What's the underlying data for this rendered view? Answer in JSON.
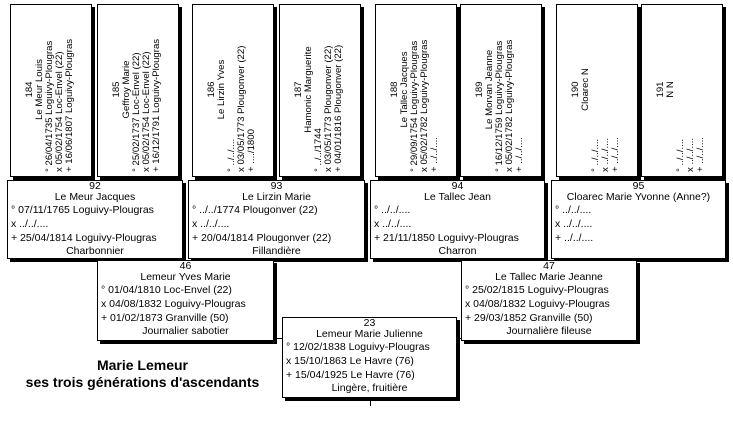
{
  "title": {
    "line1": "Marie Lemeur",
    "line2": "ses trois générations d'ascendants"
  },
  "gen4": [
    {
      "num": "184",
      "name": "Le Meur Louis",
      "birth": "° 26/04/1735 Loguivy-Plougras",
      "marriage": "x 05/02/1754 Loc-Envel (22)",
      "death": "+ 16/06/1807 Loguivy-Plougras"
    },
    {
      "num": "185",
      "name": "Geffroy Marie",
      "birth": "° 25/02/1737 Loc-Envel (22)",
      "marriage": "x 05/02/1754 Loc-Envel (22)",
      "death": "+ 16/12/1791 Loguivy-Plougras"
    },
    {
      "num": "186",
      "name": "Le Lirzin Yves",
      "birth": "° ../../....",
      "marriage": "x 03/05/1773 Plougonver (22)",
      "death": "+ ..../1800"
    },
    {
      "num": "187",
      "name": "Hamonic Marguerite",
      "birth": "° ../../1744",
      "marriage": "x 03/05/1773 Plougonver (22)",
      "death": "+ 04/01/1816 Plougonver (22)"
    },
    {
      "num": "188",
      "name": "Le Tallec Jacques",
      "birth": "° 29/09/1754 Loguivy-Plougras",
      "marriage": "x 05/02/1782 Loguivy-Plougras",
      "death": "+ ../../...."
    },
    {
      "num": "189",
      "name": "Le Morvan Jeanne",
      "birth": "° 16/12/1759 Loguivy-Plougras",
      "marriage": "x 05/02/1782 Loguivy-Plougras",
      "death": "+ ../../...."
    },
    {
      "num": "190",
      "name": "Cloarec N",
      "birth": "° ../../....",
      "marriage": "x ../../....",
      "death": "+ ../../...."
    },
    {
      "num": "191",
      "name": "N N",
      "birth": "° ../../....",
      "marriage": "x ../../....",
      "death": "+ ../../...."
    }
  ],
  "gen3": [
    {
      "num": "92",
      "name": "Le Meur Jacques",
      "birth": "° 07/11/1765 Loguivy-Plougras",
      "marriage": "x ../../....",
      "death": "+ 25/04/1814 Loguivy-Plougras",
      "job": "Charbonnier"
    },
    {
      "num": "93",
      "name": "Le Lirzin Marie",
      "birth": "° ../../1774 Plougonver (22)",
      "marriage": "x ../../....",
      "death": "+ 20/04/1814 Plougonver (22)",
      "job": "Fillandière"
    },
    {
      "num": "94",
      "name": "Le Tallec Jean",
      "birth": "° ../../....",
      "marriage": "x ../../....",
      "death": "+ 21/11/1850 Loguivy-Plougras",
      "job": "Charron"
    },
    {
      "num": "95",
      "name": "Cloarec Marie Yvonne (Anne?)",
      "birth": "° ../../....",
      "marriage": "x ../../....",
      "death": "+ ../../....",
      "job": ""
    }
  ],
  "gen2": [
    {
      "num": "46",
      "name": "Lemeur Yves Marie",
      "birth": "° 01/04/1810 Loc-Envel (22)",
      "marriage": "x 04/08/1832 Loguivy-Plougras",
      "death": "+ 01/02/1873 Granville (50)",
      "job": "Journalier sabotier"
    },
    {
      "num": "47",
      "name": "Le Tallec Marie Jeanne",
      "birth": "° 25/02/1815 Loguivy-Plougras",
      "marriage": "x 04/08/1832 Loguivy-Plougras",
      "death": "+ 29/03/1852 Granville (50)",
      "job": "Journalière fileuse"
    }
  ],
  "gen1": {
    "num": "23",
    "name": "Lemeur Marie Julienne",
    "birth": "° 12/02/1838 Loguivy-Plougras",
    "marriage": "x 15/10/1863 Le Havre (76)",
    "death": "+ 15/04/1925 Le Havre (76)",
    "job": "Lingère, fruitière"
  }
}
